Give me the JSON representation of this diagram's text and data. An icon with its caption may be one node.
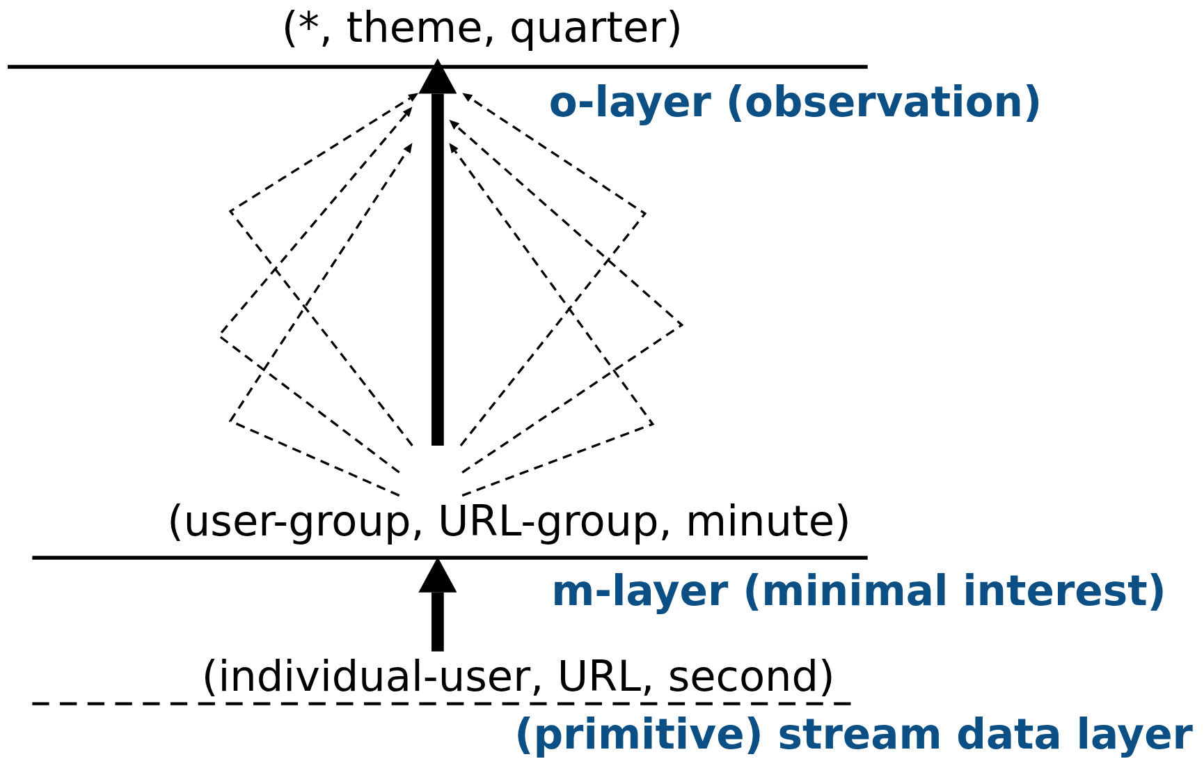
{
  "diagram": {
    "nodes": [
      {
        "text": [
          "(*, theme, quarter)"
        ]
      },
      {
        "text": [
          "(user-group, URL-group, minute)"
        ]
      },
      {
        "text": [
          "(individual-user, URL, second)"
        ]
      }
    ],
    "edges": [
      {
        "from": 1,
        "to": 0,
        "arrow": "to",
        "style": "thick"
      },
      {
        "from": 1,
        "to": 0,
        "arrow": "to",
        "style": "dashed"
      },
      {
        "from": 1,
        "to": 0,
        "arrow": "to",
        "style": "dashed"
      },
      {
        "from": 1,
        "to": 0,
        "arrow": "to",
        "style": "dashed"
      },
      {
        "from": 1,
        "to": 0,
        "arrow": "to",
        "style": "dashed"
      },
      {
        "from": 1,
        "to": 0,
        "arrow": "to",
        "style": "dashed"
      },
      {
        "from": 1,
        "to": 0,
        "arrow": "to",
        "style": "dashed"
      },
      {
        "from": 2,
        "to": 1,
        "arrow": "to",
        "style": "thick"
      }
    ],
    "labels": [
      "o-layer (observation)",
      "m-layer (minimal interest)",
      "(primitive) stream data layer"
    ]
  }
}
